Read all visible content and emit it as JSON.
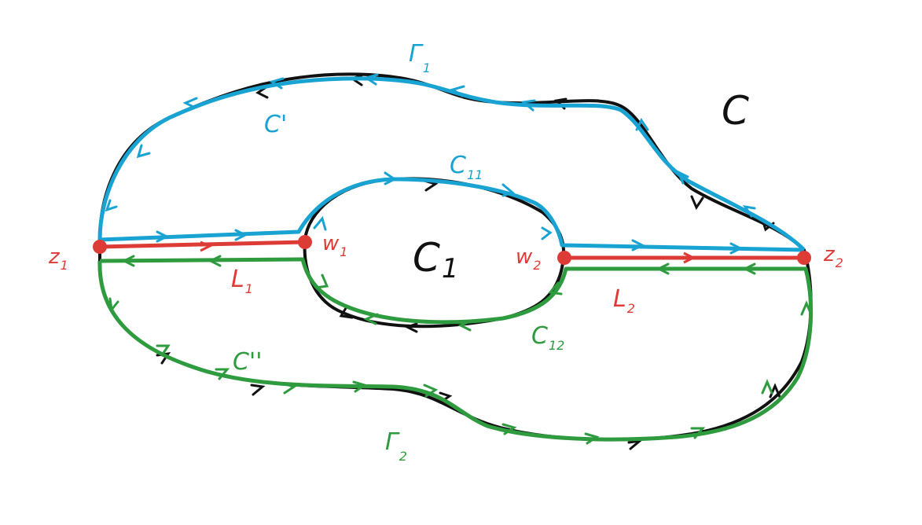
{
  "colors": {
    "black": "#111111",
    "blue": "#19a3d2",
    "green": "#2e9b3e",
    "red": "#dd3b36"
  },
  "labels": {
    "C": "C",
    "C1": {
      "base": "C",
      "sub": "1"
    },
    "Gamma1": {
      "base": "Γ",
      "sub": "1"
    },
    "Gamma2": {
      "base": "Γ",
      "sub": "2"
    },
    "Cprime": "C'",
    "Cdouble": "C''",
    "C11": {
      "base": "C",
      "sub": "11"
    },
    "C12": {
      "base": "C",
      "sub": "12"
    },
    "z1": {
      "base": "z",
      "sub": "1"
    },
    "z2": {
      "base": "z",
      "sub": "2"
    },
    "w1": {
      "base": "w",
      "sub": "1"
    },
    "w2": {
      "base": "w",
      "sub": "2"
    },
    "L1": {
      "base": "L",
      "sub": "1"
    },
    "L2": {
      "base": "L",
      "sub": "2"
    }
  }
}
